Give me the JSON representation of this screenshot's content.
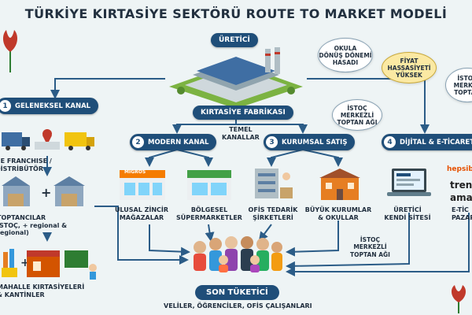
{
  "title": "TÜRKİYE KIRTASİYE SEKTÖRÜ ROUTE TO MARKET MODELİ",
  "producer": {
    "label": "ÜRETİCİ",
    "factory": "KIRTASİYE FABRİKASI"
  },
  "center_note": "TEMEL\nKANALLAR",
  "channels": [
    {
      "num": "1",
      "label": "GELENEKSEL KANAL"
    },
    {
      "num": "2",
      "label": "MODERN KANAL"
    },
    {
      "num": "3",
      "label": "KURUMSAL SATIŞ"
    },
    {
      "num": "4",
      "label": "DİJİTAL & E-TİCARET"
    }
  ],
  "nodes": {
    "franchise": "GE FRANCHISE / DİSTRİBÜTÖR",
    "wholesalers": "TOPTANCILAR\nİSTOÇ, + regional & regional)",
    "neighborhood": "MAHALLE KIRTASİYELERİ\n& KANTİNLER",
    "chains": "ULUSAL ZİNCİR\nMAĞAZALAR",
    "regional": "BÖLGESEL\nSÜPERMARKETLER",
    "office": "OFİS TEDARİK\nŞİRKETLERİ",
    "institutions": "BÜYÜK KURUMLAR\n& OKULLAR",
    "own_site": "ÜRETİCİ\nKENDİ SİTESİ",
    "marketplace": "E-TİC\nPAZARY"
  },
  "store_sign": "MIGROS",
  "brands": [
    "hepsib",
    "tren",
    "amaz"
  ],
  "bubbles": {
    "back_to_school": "OKULA\nDÖNÜŞ DÖNEMİ\nHASADI",
    "price_sensitivity": "FİYAT\nHASSASİYETİ\nYÜKSEK",
    "istoc_top": "İSTOÇ\nMERKEZLİ\nTOPTAN AĞI",
    "istoc_right": "İSTOÇ\nMERKEZ\nTOPTAN",
    "istoc_bottom": "İSTOÇ\nMERKEZLİ\nTOPTAN AĞI"
  },
  "consumer": {
    "label": "SON TÜKETİCİ",
    "sub": "VELİLER, ÖĞRENCİLER, OFİS ÇALIŞANLARI"
  },
  "colors": {
    "navy": "#1f4e79",
    "arrow": "#2b5c87",
    "tulip": "#c0392b",
    "bubble_yellow": "#fbe9a3"
  }
}
